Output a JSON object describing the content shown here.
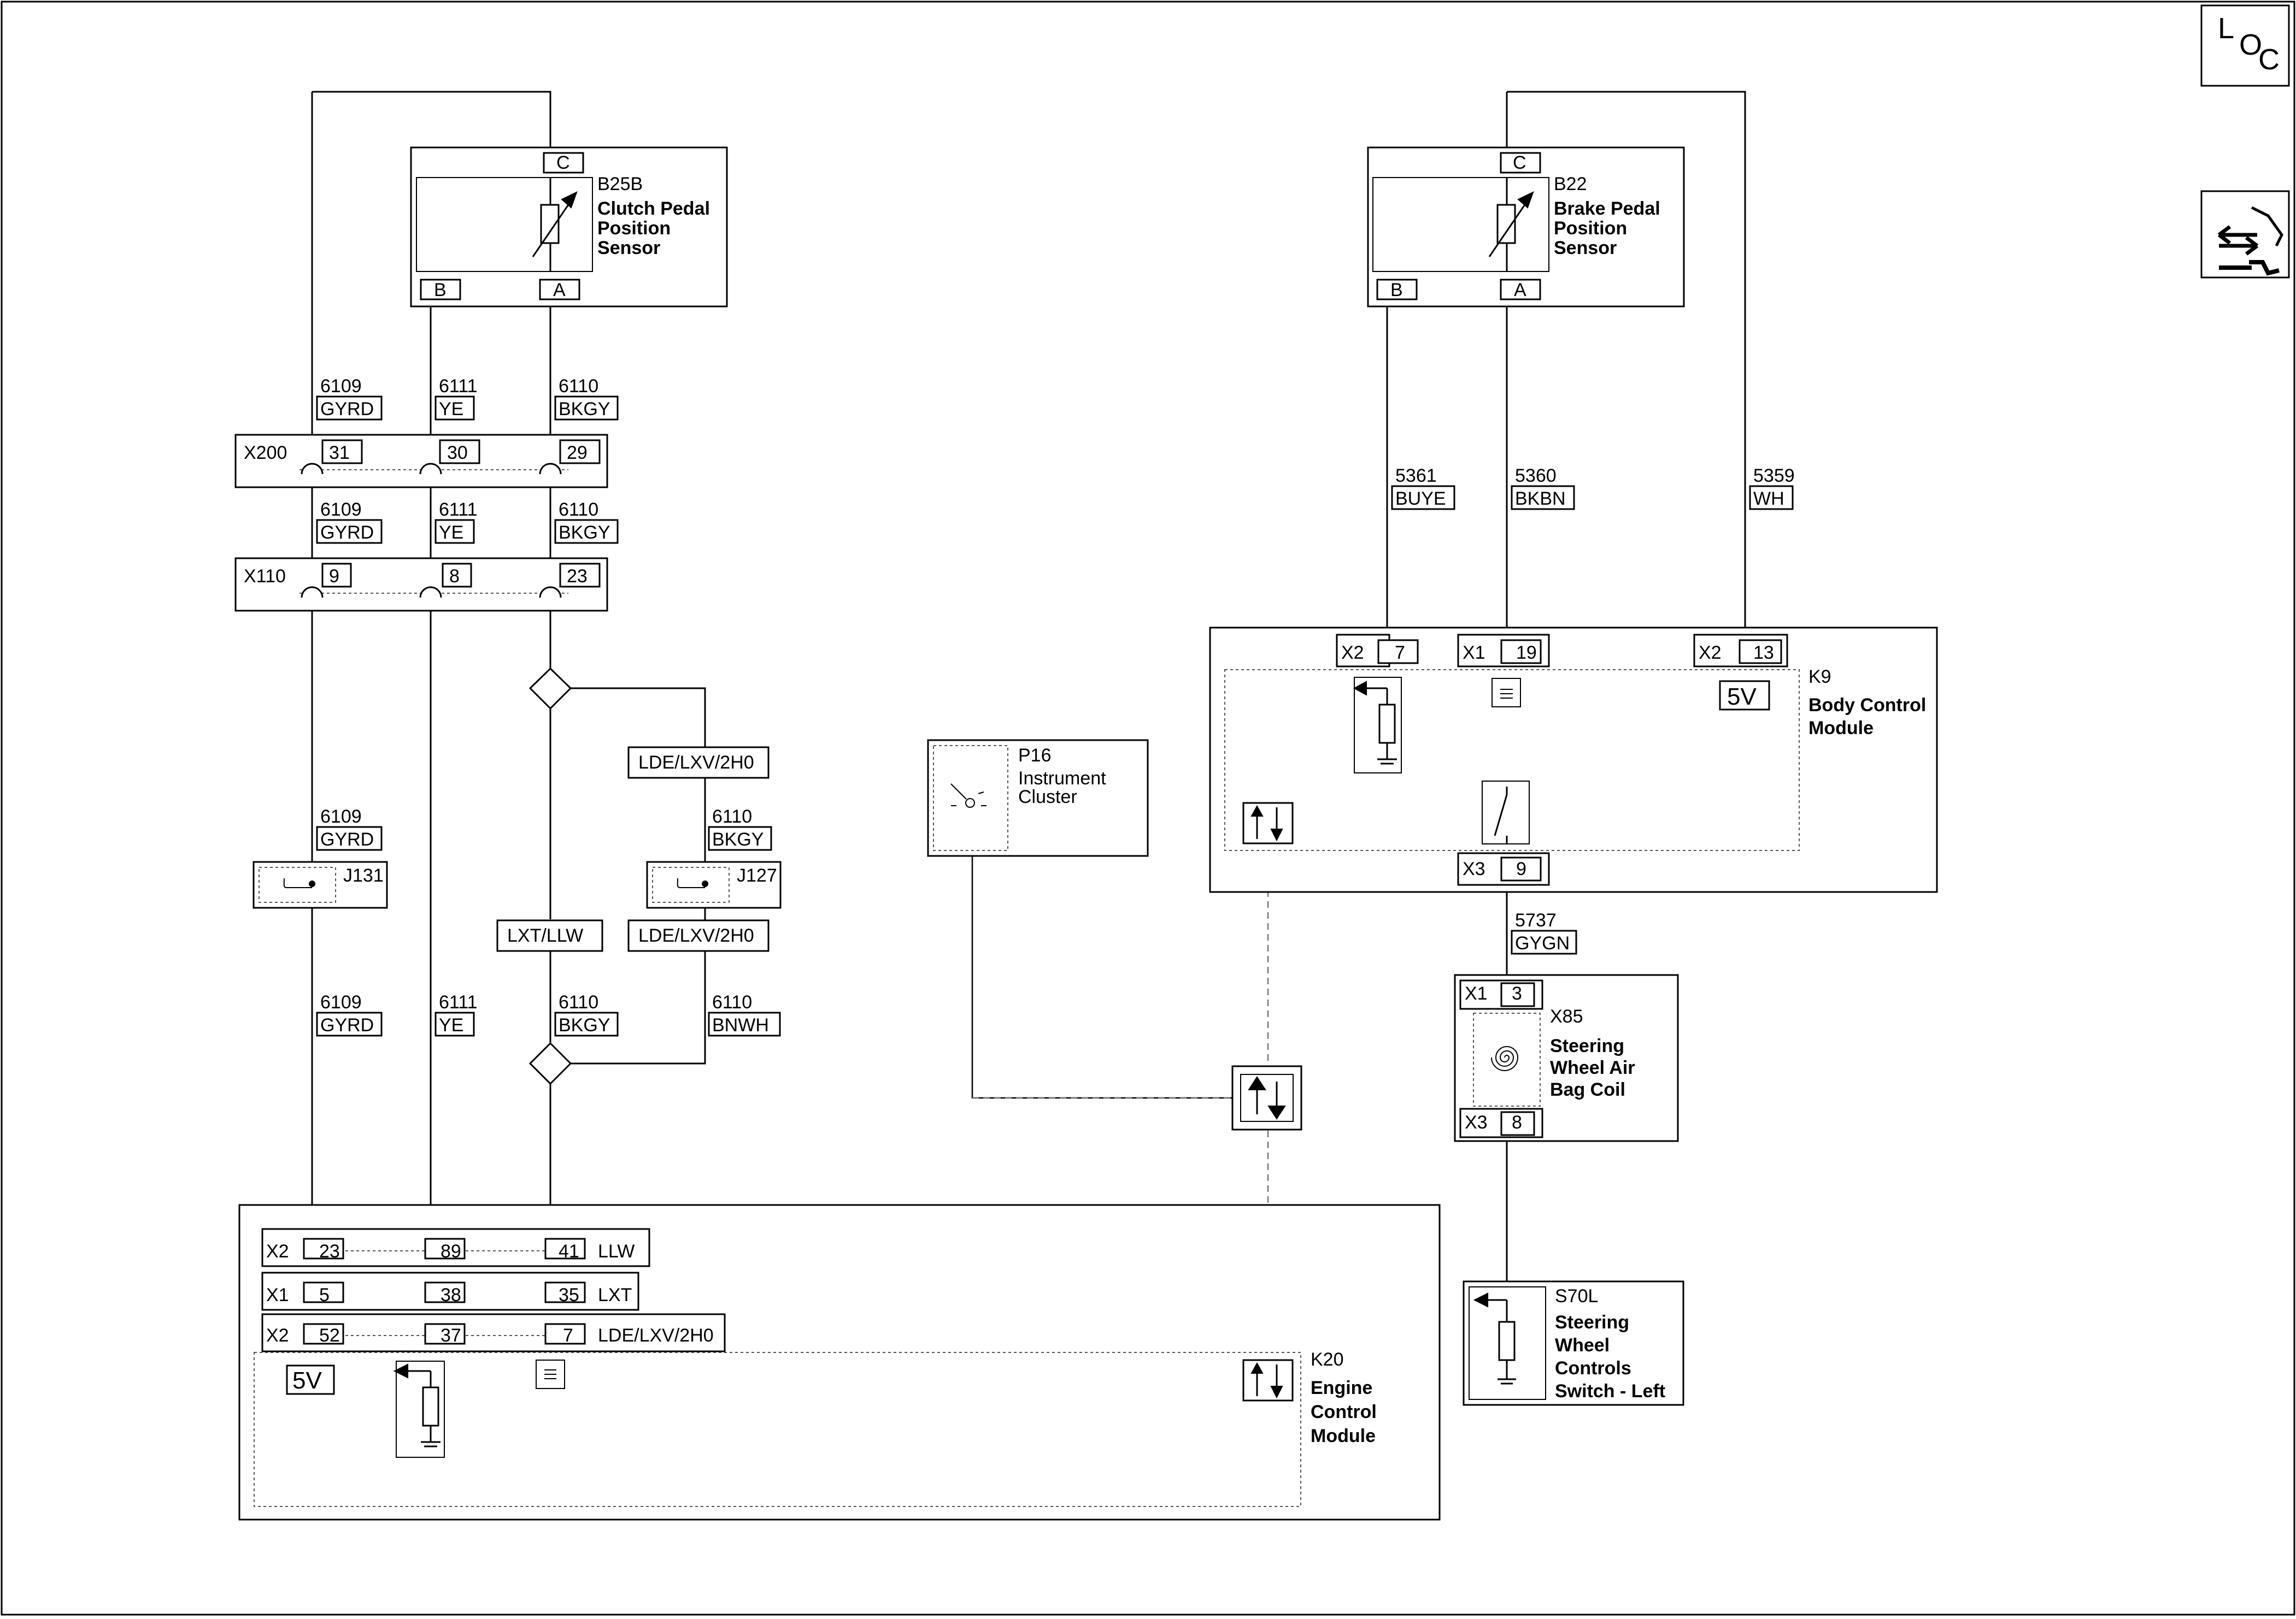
{
  "loc_icon": {
    "letters": [
      "L",
      "O",
      "C"
    ],
    "icon": "location-view-icon"
  },
  "service_icon": {
    "icon": "vehicle-service-icon"
  },
  "components": {
    "b25b": {
      "id": "B25B",
      "name_lines": [
        "Clutch Pedal",
        "Position",
        "Sensor"
      ],
      "pin_c": "C",
      "pin_b": "B",
      "pin_a": "A"
    },
    "b22": {
      "id": "B22",
      "name_lines": [
        "Brake Pedal",
        "Position",
        "Sensor"
      ],
      "pin_c": "C",
      "pin_b": "B",
      "pin_a": "A"
    },
    "k9": {
      "id": "K9",
      "name_lines": [
        "Body Control",
        "Module"
      ],
      "ref_voltage": "5V",
      "conn_1_label": "X2",
      "conn_1_pin": "7",
      "conn_2_label": "X1",
      "conn_2_pin": "19",
      "conn_3_label": "X2",
      "conn_3_pin": "13",
      "conn_4_label": "X3",
      "conn_4_pin": "9"
    },
    "p16": {
      "id": "P16",
      "name_lines": [
        "Instrument",
        "Cluster"
      ]
    },
    "x85": {
      "id": "X85",
      "name_lines": [
        "Steering",
        "Wheel Air",
        "Bag Coil"
      ],
      "conn_top_label": "X1",
      "conn_top_pin": "3",
      "conn_bottom_label": "X3",
      "conn_bottom_pin": "8"
    },
    "s70l": {
      "id": "S70L",
      "name_lines": [
        "Steering",
        "Wheel",
        "Controls",
        "Switch - Left"
      ]
    },
    "k20": {
      "id": "K20",
      "name_lines": [
        "Engine",
        "Control",
        "Module"
      ],
      "ref_voltage": "5V",
      "rows": [
        {
          "conn": "X2",
          "pins": [
            "23",
            "89",
            "41"
          ],
          "variant": "LLW"
        },
        {
          "conn": "X1",
          "pins": [
            "5",
            "38",
            "35"
          ],
          "variant": "LXT"
        },
        {
          "conn": "X2",
          "pins": [
            "52",
            "37",
            "7"
          ],
          "variant": "LDE/LXV/2H0"
        }
      ]
    },
    "j131": {
      "id": "J131"
    },
    "j127": {
      "id": "J127"
    }
  },
  "inline_connectors": {
    "x200": {
      "label": "X200",
      "pins": [
        "31",
        "30",
        "29"
      ]
    },
    "x110": {
      "label": "X110",
      "pins": [
        "9",
        "8",
        "23"
      ]
    }
  },
  "wires": {
    "w6109_a": {
      "circuit": "6109",
      "color": "GYRD"
    },
    "w6111_a": {
      "circuit": "6111",
      "color": "YE"
    },
    "w6110_a": {
      "circuit": "6110",
      "color": "BKGY"
    },
    "w6109_b": {
      "circuit": "6109",
      "color": "GYRD"
    },
    "w6111_b": {
      "circuit": "6111",
      "color": "YE"
    },
    "w6110_b": {
      "circuit": "6110",
      "color": "BKGY"
    },
    "w6109_c": {
      "circuit": "6109",
      "color": "GYRD"
    },
    "w6110_c": {
      "circuit": "6110",
      "color": "BKGY"
    },
    "w6109_d": {
      "circuit": "6109",
      "color": "GYRD"
    },
    "w6111_d": {
      "circuit": "6111",
      "color": "YE"
    },
    "w6110_d": {
      "circuit": "6110",
      "color": "BKGY"
    },
    "w6110_e": {
      "circuit": "6110",
      "color": "BNWH"
    },
    "w5361": {
      "circuit": "5361",
      "color": "BUYE"
    },
    "w5360": {
      "circuit": "5360",
      "color": "BKBN"
    },
    "w5359": {
      "circuit": "5359",
      "color": "WH"
    },
    "w5737": {
      "circuit": "5737",
      "color": "GYGN"
    }
  },
  "variant_labels": {
    "right_upper": "LDE/LXV/2H0",
    "left_lower": "LXT/LLW",
    "right_lower": "LDE/LXV/2H0"
  }
}
